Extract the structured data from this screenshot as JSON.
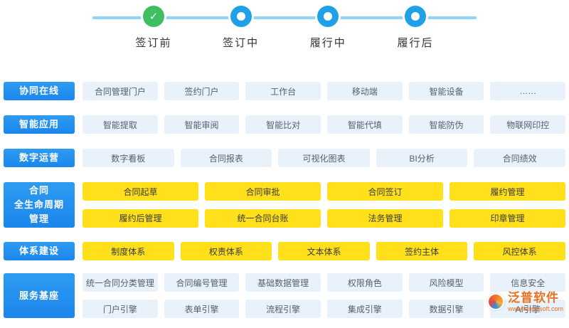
{
  "stepper": {
    "check": "✓",
    "steps": [
      {
        "label": "签订前",
        "state": "done"
      },
      {
        "label": "签订中",
        "state": "todo"
      },
      {
        "label": "履行中",
        "state": "todo"
      },
      {
        "label": "履行后",
        "state": "todo"
      }
    ]
  },
  "sections": [
    {
      "label": "协同在线",
      "items": [
        "合同管理门户",
        "签约门户",
        "工作台",
        "移动端",
        "智能设备",
        "……"
      ]
    },
    {
      "label": "智能应用",
      "items": [
        "智能提取",
        "智能审阅",
        "智能比对",
        "智能代填",
        "智能防伪",
        "物联网印控"
      ]
    },
    {
      "label": "数字运营",
      "items": [
        "数字看板",
        "合同报表",
        "可视化图表",
        "BI分析",
        "合同绩效"
      ]
    },
    {
      "label": "合同\n全生命周期\n管理",
      "rows": [
        [
          "合同起草",
          "合同审批",
          "合同签订",
          "履约管理"
        ],
        [
          "履约后管理",
          "统一合同台账",
          "法务管理",
          "印章管理"
        ]
      ]
    },
    {
      "label": "体系建设",
      "items": [
        "制度体系",
        "权责体系",
        "文本体系",
        "签约主体",
        "风控体系"
      ]
    },
    {
      "label": "服务基座",
      "rows": [
        [
          "统一合同分类管理",
          "合同编号管理",
          "基础数据管理",
          "权限角色",
          "风险模型",
          "信息安全"
        ],
        [
          "门户引擎",
          "表单引擎",
          "流程引擎",
          "集成引擎",
          "数据引擎",
          "AI引擎"
        ]
      ]
    }
  ],
  "watermark": {
    "brand": "泛普软件",
    "url": "www.fanpusoft.com"
  },
  "colors": {
    "accent_blue": "#1E8DF0",
    "stepper_blue": "#1FA0E8",
    "line_blue": "#8ED4F4",
    "green": "#3FBF62",
    "yellow": "#FFE01A",
    "light_blue_item": "#E9F2FB"
  }
}
